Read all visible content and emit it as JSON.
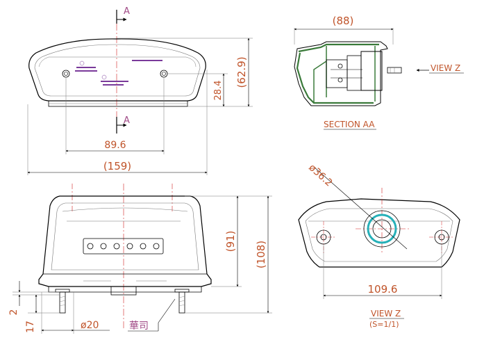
{
  "front_view": {
    "section_mark_top": "A",
    "section_mark_bottom": "A",
    "dim_width_total": "(159)",
    "dim_bolt_spacing": "89.6",
    "dim_height_total": "(62.9)",
    "dim_height_partial": "28.4"
  },
  "section_view": {
    "dim_depth": "(88)",
    "view_arrow_label": "VIEW Z",
    "caption": "SECTION AA"
  },
  "bottom_view": {
    "dim_height_total": "(108)",
    "dim_height_body": "(91)",
    "dim_stud_2": "2",
    "dim_stud_17": "17",
    "dim_hole_dia": "ø20",
    "note_label": "華司",
    "lamp_count": 6
  },
  "view_z": {
    "dim_lens_dia": "ø36.2",
    "dim_hole_spacing": "109.6",
    "caption": "VIEW Z",
    "scale_note": "(S=1/1)"
  },
  "colors": {
    "dimension_text": "#c0542a",
    "label_text": "#a04a86",
    "center_line": "#d12020",
    "lens_ring": "#26b0b8",
    "section_fill": "#3a7a3a"
  }
}
